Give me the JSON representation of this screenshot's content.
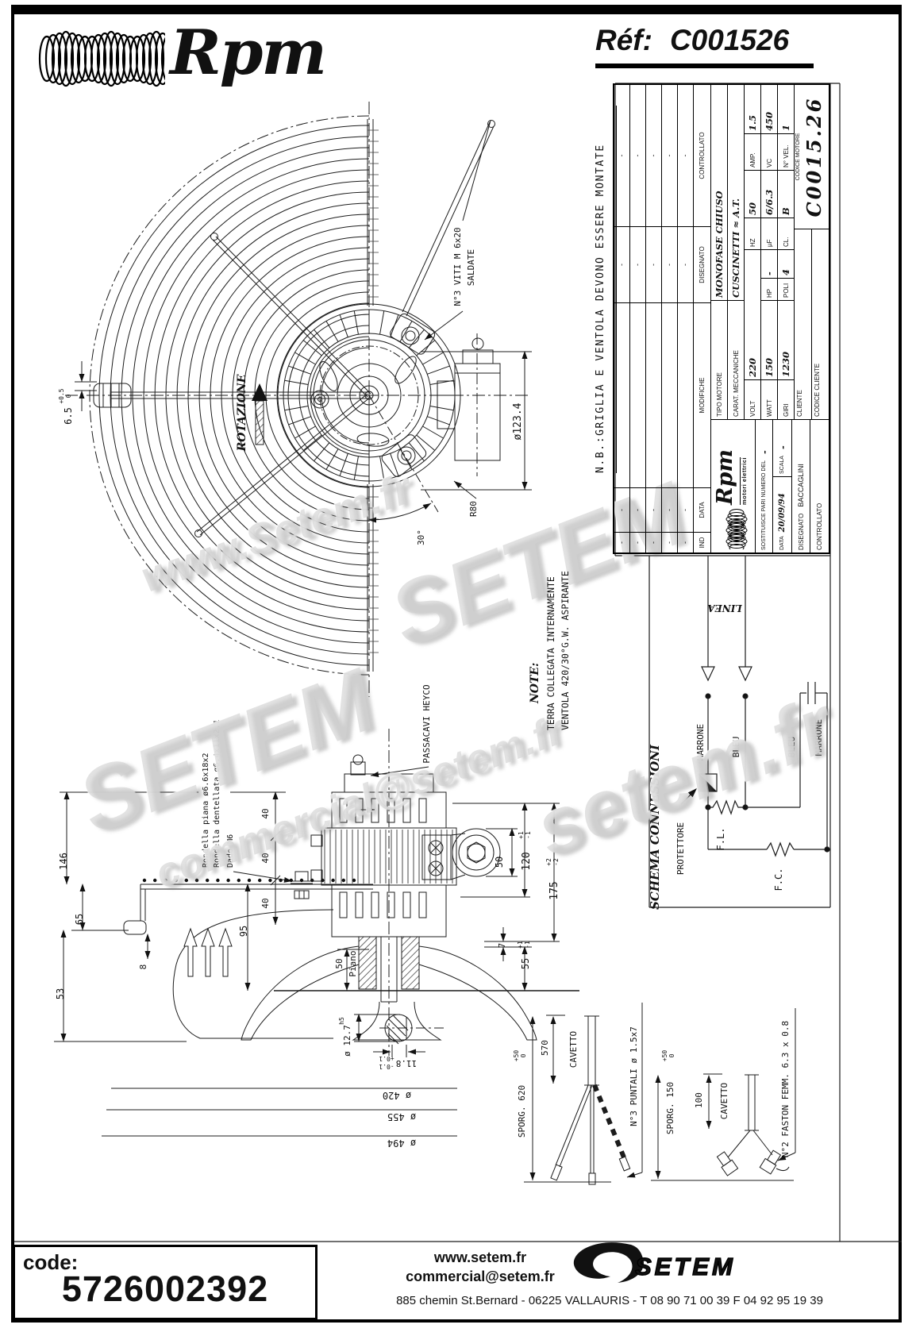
{
  "header": {
    "brand": "Rpm",
    "ref_label": "Réf:",
    "ref_value": "C001526"
  },
  "watermarks": [
    "www.Setem.fr",
    "SETEM",
    "SETEM",
    "commercial@setem.fr",
    "setem.fr"
  ],
  "title_block": {
    "modifiche": "MODIFICHE",
    "ind": "IND",
    "data_col": "DATA",
    "disegnato_col": "DISEGNATO",
    "controllato_col": "CONTROLLATO",
    "dash": "-",
    "tipo_motore_label": "TIPO MOTORE",
    "tipo_motore": "MONOFASE CHIUSO",
    "carat_label": "CARAT. MECCANICHE",
    "carat": "CUSCINETTI ≈ A.T.",
    "volt_label": "VOLT",
    "volt": "220",
    "hz_label": "HZ",
    "hz": "50",
    "amp_label": "AMP.",
    "amp": "1.5",
    "watt_label": "WATT",
    "watt": "150",
    "hp_label": "HP",
    "hp": "-",
    "uf_label": "µF",
    "uf": "6/6.3",
    "vc_label": "VC",
    "vc": "450",
    "giri_label": "GIRI",
    "giri": "1230",
    "poli_label": "POLI",
    "poli": "4",
    "cl_label": "CL.",
    "cl": "B",
    "nvel_label": "N° VEL.",
    "nvel": "1",
    "cliente_label": "CLIENTE",
    "codice_motore_label": "CODICE MOTORE",
    "codice_motore": "C0015.26",
    "codice_cliente_label": "CODICE CLIENTE",
    "logo": "Rpm",
    "logo_sub": "motori elettrici",
    "sostituisce_label": "SOSTITUISCE PARI NUMERO DEL",
    "sostituisce": "-",
    "data_label": "DATA",
    "data": "20/09/94",
    "scala_label": "SCALA",
    "scala": "-",
    "disegnato_label": "DISEGNATO",
    "disegnato": "BACCAGLINI",
    "controllato_label": "CONTROLLATO"
  },
  "notes": {
    "nb": "N.B.:GRIGLIA E VENTOLA DEVONO ESSERE MONTATE",
    "note_label": "NOTE:",
    "line1": "TERRA COLLEGATA INTERNAMENTE",
    "line2": "VENTOLA 420/30°G.W. ASPIRANTE"
  },
  "schema": {
    "title": "SCHEMA CONNESSIONI",
    "linea": "LINEA",
    "protettore": "PROTETTORE",
    "marrone_in": "MARRONE",
    "bleu_in": "BLEU",
    "bleu_cap": "BLEU",
    "marrone_cap": "MARRONE",
    "fl": "F.L.",
    "fc": "F.C."
  },
  "fan": {
    "rotazione": "ROTAZIONE",
    "viti": "N°3 VITI M 6x20",
    "saldate": "SALDATE",
    "dia_fori": "ø123.4",
    "r80": "R80",
    "ang30": "30°",
    "pitch": "6.5",
    "pitch_tol_p": "+0.5",
    "pitch_tol_z": "0"
  },
  "side": {
    "d146": "146",
    "d65": "65",
    "d53": "53",
    "d8": "8",
    "d95": "95",
    "d40": "40",
    "rondella1": "Rondella piana ø6.6x18x2",
    "rondella2": "Rondella dentellata ø6.4x11x2.1",
    "dado": "Dado M6",
    "passacavi": "PASSACAVI HEYCO",
    "piano": "Piano",
    "d50piano": "50",
    "d50": "50",
    "d120": "120",
    "t120p": "+1",
    "t120m": "-1",
    "d175": "175",
    "t175p": "+2",
    "t175m": "-2",
    "d55": "55",
    "t55p": "+1",
    "t55m": "-1",
    "d7": "7"
  },
  "shaft": {
    "dia": "ø 12.7",
    "h5": "h5",
    "flat": "11.8",
    "tp": "+0.1",
    "tm": "-0.1"
  },
  "diameters": {
    "d420": "ø 420",
    "d455": "ø 455",
    "d494": "ø 494"
  },
  "cables": {
    "l570": "570",
    "cavetto": "CAVETTO",
    "sporg620": "SPORG. 620",
    "t50p": "+50",
    "t50z": "0",
    "puntali": "N°3 PUNTALI ø 1.5x7",
    "sporg150": "SPORG. 150",
    "l100": "100",
    "cavetto2": "CAVETTO",
    "faston": "N°2 FASTON FEMM. 6.3 x 0.8"
  },
  "footer": {
    "code_label": "code:",
    "code_value": "5726002392",
    "website": "www.setem.fr",
    "email": "commercial@setem.fr",
    "address": "885 chemin St.Bernard - 06225 VALLAURIS - T 08 90 71 00 39 F 04 92 95 19 39",
    "logo_text": "SETEM"
  }
}
